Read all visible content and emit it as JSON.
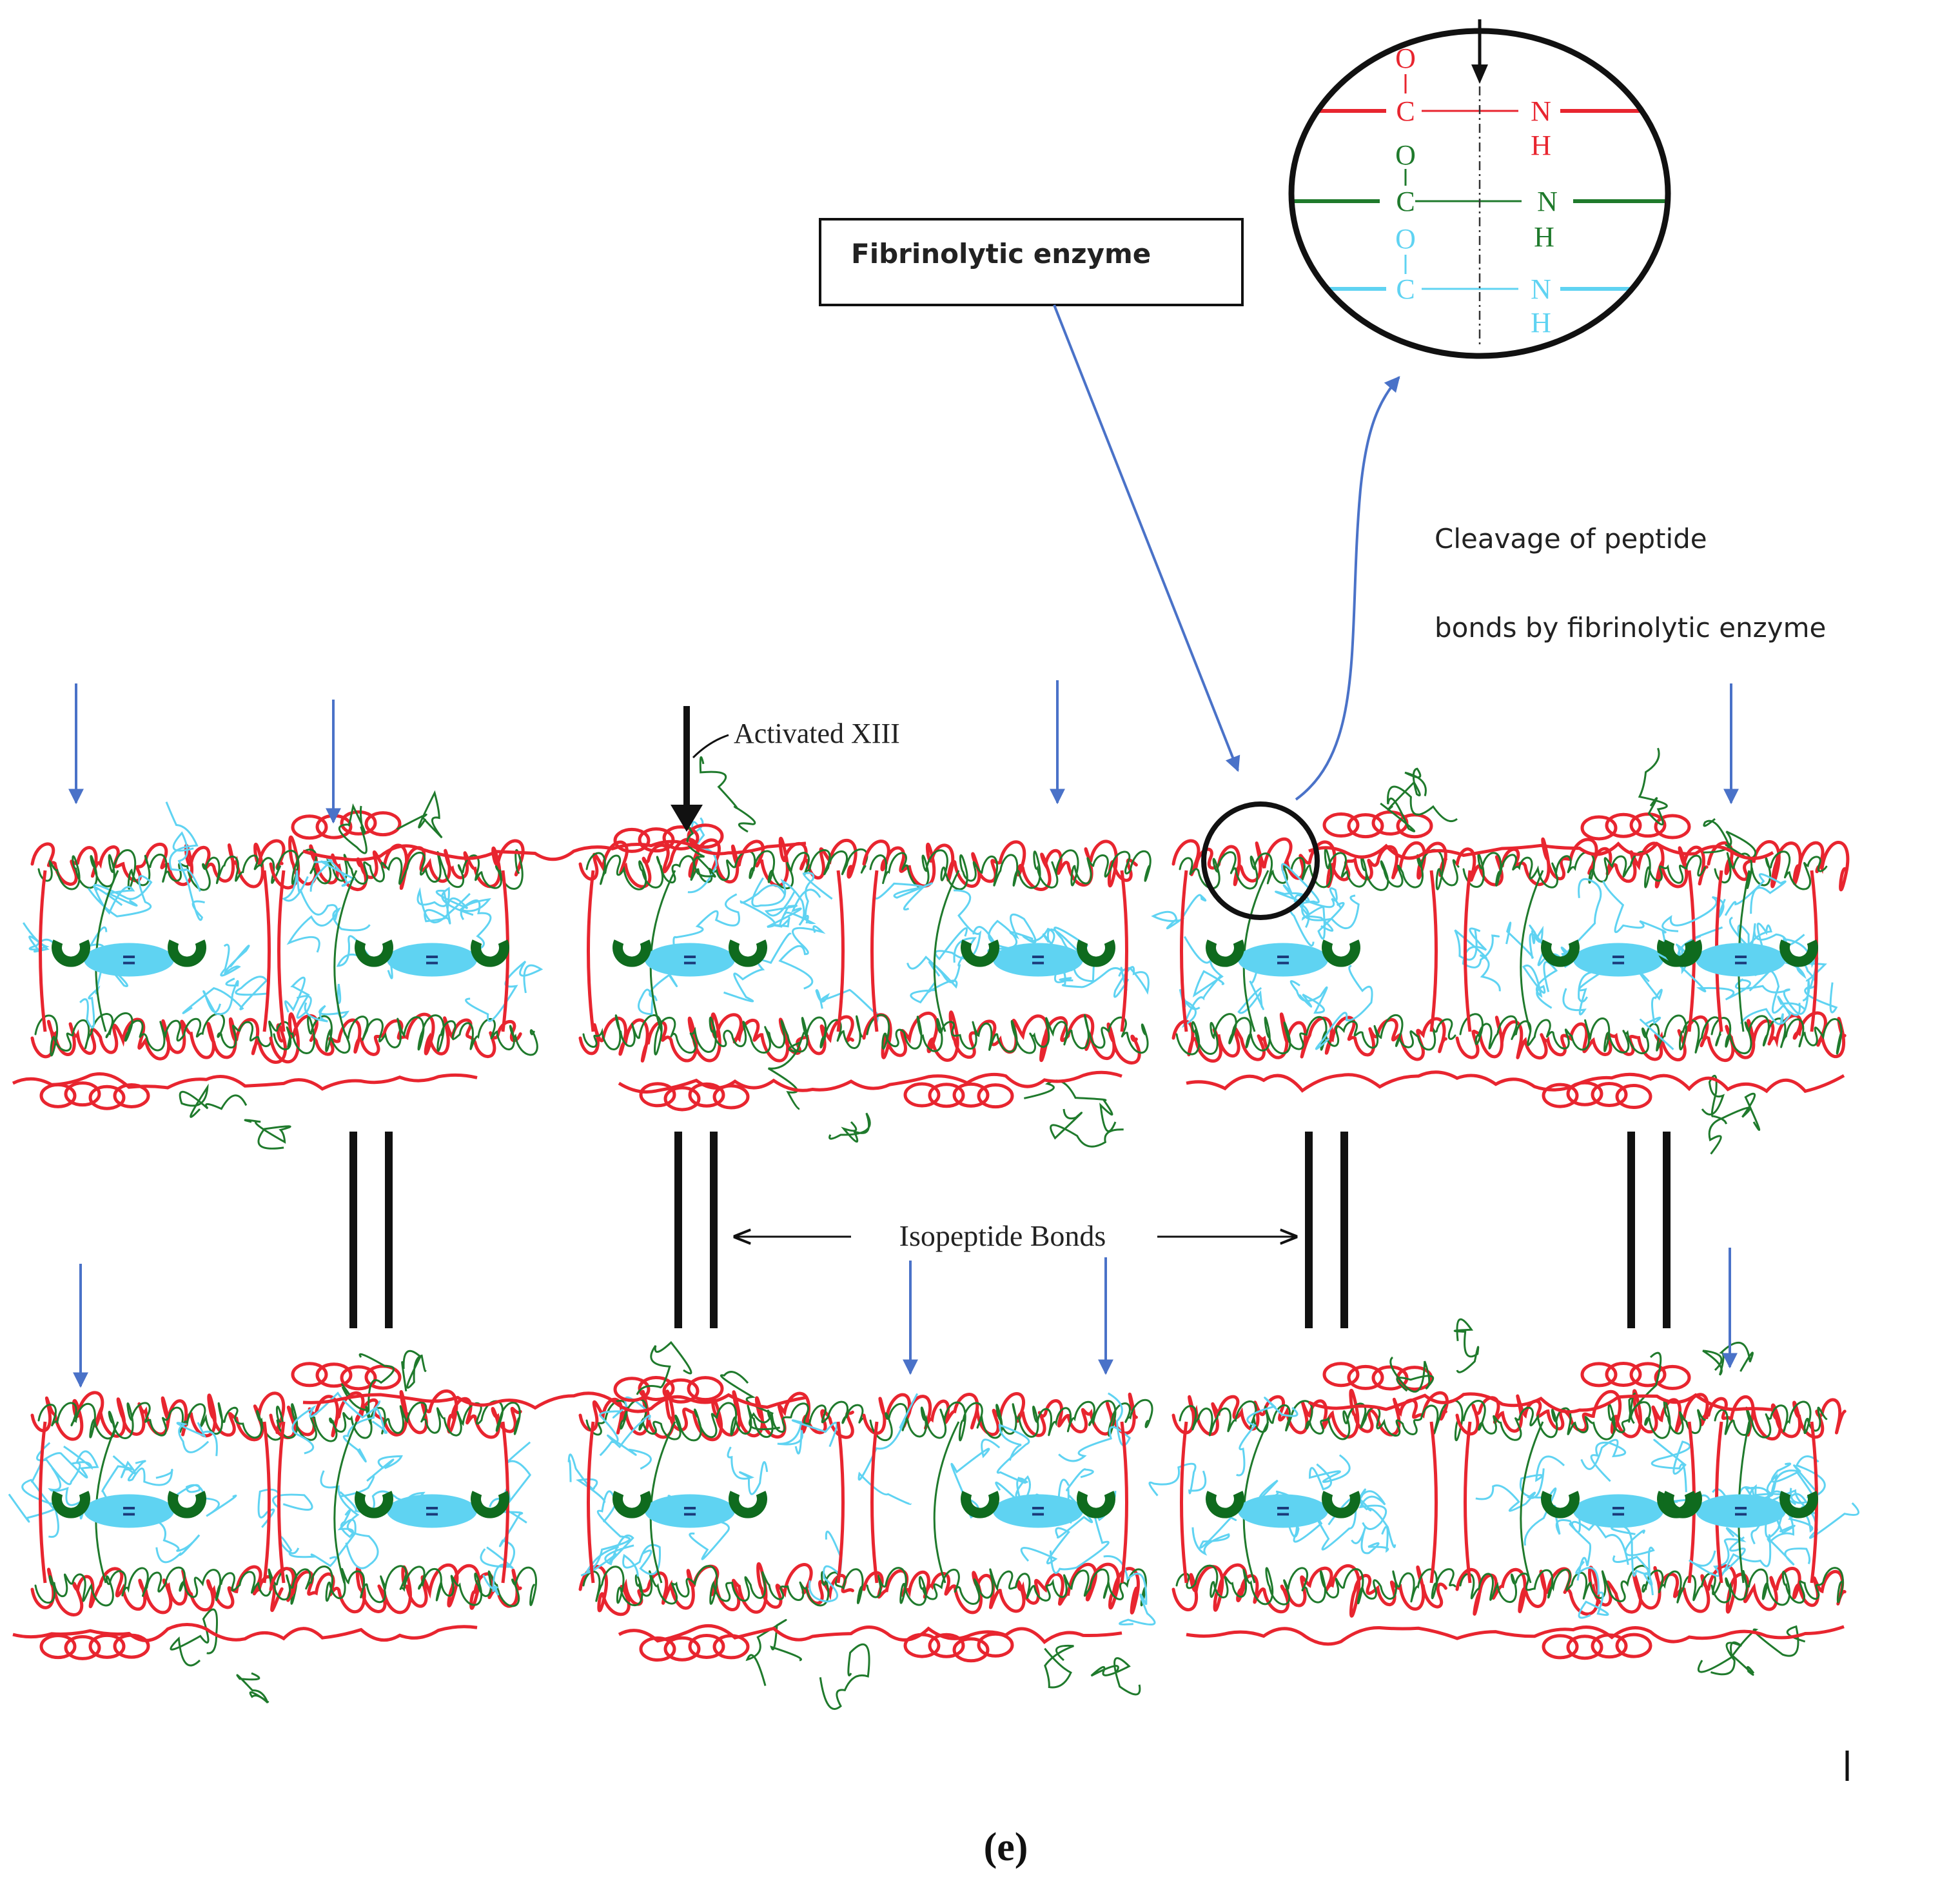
{
  "colors": {
    "red": "#e8252f",
    "green": "#1f7a2c",
    "dark_green": "#0f6b1e",
    "cyan": "#5fd3f2",
    "blue_arrow": "#4a72c8",
    "black": "#111111"
  },
  "labels": {
    "enzyme_box": "Fibrinolytic enzyme",
    "cleavage_line1": "Cleavage of peptide",
    "cleavage_line2": "bonds by fibrinolytic enzyme",
    "activated_xiii": "Activated XIII",
    "isopeptide": "Isopeptide Bonds",
    "panel": "(e)"
  },
  "zoom": {
    "row1": {
      "o": "O",
      "c": "C",
      "n": "N",
      "h": "H"
    },
    "row2": {
      "o": "O",
      "c": "C",
      "n": "N",
      "h": "H"
    },
    "row3": {
      "o": "O",
      "c": "C",
      "n": "N",
      "h": "H"
    }
  },
  "equals_sign": "="
}
